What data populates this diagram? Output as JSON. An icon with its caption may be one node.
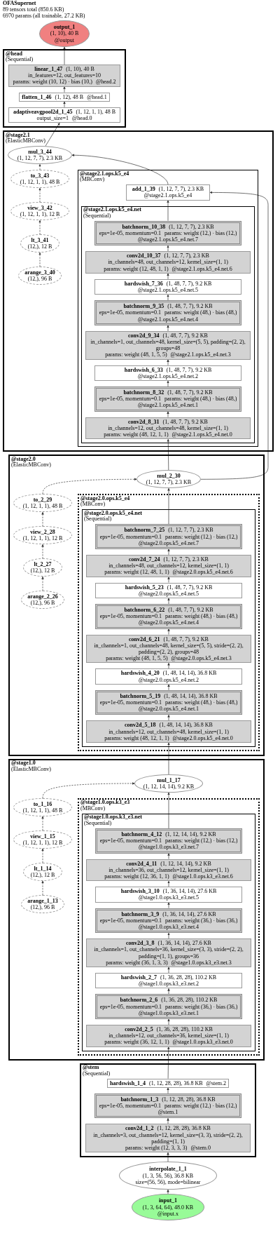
{
  "diagram": {
    "title": "OFASupernet",
    "labels": [
      "89 tensors total (850.6 KB)",
      "6970 params (all trainable, 27.2 KB)"
    ],
    "nodes": [
      {
        "text": [
          "output_1",
          "(1, 10), 40 B",
          "@output"
        ]
      },
      {
        "text": [
          "@head",
          "(Sequential)"
        ]
      },
      {
        "text": [
          "linear_1_47",
          "(1, 10), 40 B",
          "in_features=12, out_features=10",
          "params: weight (10, 12) · bias (10,)",
          "@head.2"
        ],
        "in": 1
      },
      {
        "text": [
          "flatten_1_46",
          "(1, 12), 48 B",
          "@head.1"
        ],
        "in": 1
      },
      {
        "text": [
          "adaptiveavgpool2d_1_45",
          "(1, 12, 1, 1), 48 B",
          "output_size=1",
          "@head.0"
        ],
        "in": 1
      },
      {
        "text": [
          "@stage2.1",
          "(ElasticMBConv)"
        ]
      },
      {
        "text": [
          "mul_3_44",
          "(1, 12, 7, 7), 2.3 KB"
        ],
        "in": 5
      },
      {
        "text": [
          "@stage2.1.ops.k5_e4",
          "(MBConv)"
        ],
        "in": 5
      },
      {
        "text": [
          "add_1_39",
          "(1, 12, 7, 7), 2.3 KB",
          "@stage2.1.ops.k5_e4"
        ],
        "in": 7
      },
      {
        "text": [
          "@stage2.1.ops.k5_e4.net",
          "(Sequential)"
        ],
        "in": 7
      },
      {
        "text": [
          "batchnorm_10_38",
          "(1, 12, 7, 7), 2.3 KB",
          "eps=1e-05, momentum=0.1",
          "params: weight (12,) · bias (12,)",
          "@stage2.1.ops.k5_e4.net.7"
        ],
        "in": 9
      },
      {
        "text": [
          "conv2d_10_37",
          "(1, 12, 7, 7), 2.3 KB",
          "in_channels=48, out_channels=12, kernel_size=(1, 1)",
          "params: weight (12, 48, 1, 1)",
          "@stage2.1.ops.k5_e4.net.6"
        ],
        "in": 9
      },
      {
        "text": [
          "hardswish_7_36",
          "(1, 48, 7, 7), 9.2 KB",
          "@stage2.1.ops.k5_e4.net.5"
        ],
        "in": 9
      },
      {
        "text": [
          "batchnorm_9_35",
          "(1, 48, 7, 7), 9.2 KB",
          "eps=1e-05, momentum=0.1",
          "params: weight (48,) · bias (48,)",
          "@stage2.1.ops.k5_e4.net.4"
        ],
        "in": 9
      },
      {
        "text": [
          "conv2d_9_34",
          "(1, 48, 7, 7), 9.2 KB",
          "in_channels=1, out_channels=48, kernel_size=(5, 5), padding=(2, 2), groups=48",
          "params: weight (48, 1, 5, 5)",
          "@stage2.1.ops.k5_e4.net.3"
        ],
        "in": 9
      },
      {
        "text": [
          "hardswish_6_33",
          "(1, 48, 7, 7), 9.2 KB",
          "@stage2.1.ops.k5_e4.net.2"
        ],
        "in": 9
      },
      {
        "text": [
          "batchnorm_8_32",
          "(1, 48, 7, 7), 9.2 KB",
          "eps=1e-05, momentum=0.1",
          "params: weight (48,) · bias (48,)",
          "@stage2.1.ops.k5_e4.net.1"
        ],
        "in": 9
      },
      {
        "text": [
          "conv2d_8_31",
          "(1, 48, 7, 7), 9.2 KB",
          "in_channels=12, out_channels=48, kernel_size=(1, 1)",
          "params: weight (48, 12, 1, 1)",
          "@stage2.1.ops.k5_e4.net.0"
        ],
        "in": 9
      },
      {
        "text": [
          "to_3_43",
          "(1, 12, 1, 1), 48 B"
        ],
        "in": 5
      },
      {
        "text": [
          "view_3_42",
          "(1, 12, 1, 1), 12 B"
        ],
        "in": 5
      },
      {
        "text": [
          "lt_3_41",
          "(12,), 12 B"
        ],
        "in": 5
      },
      {
        "text": [
          "arange_3_40",
          "(12,), 96 B"
        ],
        "in": 5
      },
      {
        "text": [
          "@stage2.0",
          "(ElasticMBConv)"
        ]
      },
      {
        "text": [
          "mul_2_30",
          "(1, 12, 7, 7), 2.3 KB"
        ],
        "in": 22
      },
      {
        "text": [
          "@stage2.0.ops.k5_e4",
          "(MBConv)"
        ],
        "in": 22
      },
      {
        "text": [
          "@stage2.0.ops.k5_e4.net",
          "(Sequential)"
        ],
        "in": 24
      },
      {
        "text": [
          "batchnorm_7_25",
          "(1, 12, 7, 7), 2.3 KB",
          "eps=1e-05, momentum=0.1",
          "params: weight (12,) · bias (12,)",
          "@stage2.0.ops.k5_e4.net.7"
        ],
        "in": 25
      },
      {
        "text": [
          "conv2d_7_24",
          "(1, 12, 7, 7), 2.3 KB",
          "in_channels=48, out_channels=12, kernel_size=(1, 1)",
          "params: weight (12, 48, 1, 1)",
          "@stage2.0.ops.k5_e4.net.6"
        ],
        "in": 25
      },
      {
        "text": [
          "hardswish_5_23",
          "(1, 48, 7, 7), 9.2 KB",
          "@stage2.0.ops.k5_e4.net.5"
        ],
        "in": 25
      },
      {
        "text": [
          "batchnorm_6_22",
          "(1, 48, 7, 7), 9.2 KB",
          "eps=1e-05, momentum=0.1",
          "params: weight (48,) · bias (48,)",
          "@stage2.0.ops.k5_e4.net.4"
        ],
        "in": 25
      },
      {
        "text": [
          "conv2d_6_21",
          "(1, 48, 7, 7), 9.2 KB",
          "in_channels=1, out_channels=48, kernel_size=(5, 5), stride=(2, 2), padding=(2, 2), groups=48",
          "params: weight (48, 1, 5, 5)",
          "@stage2.0.ops.k5_e4.net.3"
        ],
        "in": 25
      },
      {
        "text": [
          "hardswish_4_20",
          "(1, 48, 14, 14), 36.8 KB",
          "@stage2.0.ops.k5_e4.net.2"
        ],
        "in": 25
      },
      {
        "text": [
          "batchnorm_5_19",
          "(1, 48, 14, 14), 36.8 KB",
          "eps=1e-05, momentum=0.1",
          "params: weight (48,) · bias (48,)",
          "@stage2.0.ops.k5_e4.net.1"
        ],
        "in": 25
      },
      {
        "text": [
          "conv2d_5_18",
          "(1, 48, 14, 14), 36.8 KB",
          "in_channels=12, out_channels=48, kernel_size=(1, 1)",
          "params: weight (48, 12, 1, 1)",
          "@stage2.0.ops.k5_e4.net.0"
        ],
        "in": 25
      },
      {
        "text": [
          "to_2_29",
          "(1, 12, 1, 1), 48 B"
        ],
        "in": 22
      },
      {
        "text": [
          "view_2_28",
          "(1, 12, 1, 1), 12 B"
        ],
        "in": 22
      },
      {
        "text": [
          "lt_2_27",
          "(12,), 12 B"
        ],
        "in": 22
      },
      {
        "text": [
          "arange_2_26",
          "(12,), 96 B"
        ],
        "in": 22
      },
      {
        "text": [
          "@stage1.0",
          "(ElasticMBConv)"
        ]
      },
      {
        "text": [
          "mul_1_17",
          "(1, 12, 14, 14), 9.2 KB"
        ],
        "in": 38
      },
      {
        "text": [
          "@stage1.0.ops.k3_e3",
          "(MBConv)"
        ],
        "in": 38
      },
      {
        "text": [
          "@stage1.0.ops.k3_e3.net",
          "(Sequential)"
        ],
        "in": 40
      },
      {
        "text": [
          "batchnorm_4_12",
          "(1, 12, 14, 14), 9.2 KB",
          "eps=1e-05, momentum=0.1",
          "params: weight (12,) · bias (12,)",
          "@stage1.0.ops.k3_e3.net.7"
        ],
        "in": 41
      },
      {
        "text": [
          "conv2d_4_11",
          "(1, 12, 14, 14), 9.2 KB",
          "in_channels=36, out_channels=12, kernel_size=(1, 1)",
          "params: weight (12, 36, 1, 1)",
          "@stage1.0.ops.k3_e3.net.6"
        ],
        "in": 41
      },
      {
        "text": [
          "hardswish_3_10",
          "(1, 36, 14, 14), 27.6 KB",
          "@stage1.0.ops.k3_e3.net.5"
        ],
        "in": 41
      },
      {
        "text": [
          "batchnorm_3_9",
          "(1, 36, 14, 14), 27.6 KB",
          "eps=1e-05, momentum=0.1",
          "params: weight (36,) · bias (36,)",
          "@stage1.0.ops.k3_e3.net.4"
        ],
        "in": 41
      },
      {
        "text": [
          "conv2d_3_8",
          "(1, 36, 14, 14), 27.6 KB",
          "in_channels=1, out_channels=36, kernel_size=(3, 3), stride=(2, 2), padding=(1, 1), groups=36",
          "params: weight (36, 1, 3, 3)",
          "@stage1.0.ops.k3_e3.net.3"
        ],
        "in": 41
      },
      {
        "text": [
          "hardswish_2_7",
          "(1, 36, 28, 28), 110.2 KB",
          "@stage1.0.ops.k3_e3.net.2"
        ],
        "in": 41
      },
      {
        "text": [
          "batchnorm_2_6",
          "(1, 36, 28, 28), 110.2 KB",
          "eps=1e-05, momentum=0.1",
          "params: weight (36,) · bias (36,)",
          "@stage1.0.ops.k3_e3.net.1"
        ],
        "in": 41
      },
      {
        "text": [
          "conv2d_2_5",
          "(1, 36, 28, 28), 110.2 KB",
          "in_channels=12, out_channels=36, kernel_size=(1, 1)",
          "params: weight (36, 12, 1, 1)",
          "@stage1.0.ops.k3_e3.net.0"
        ],
        "in": 41
      },
      {
        "text": [
          "to_1_16",
          "(1, 12, 1, 1), 48 B"
        ],
        "in": 38
      },
      {
        "text": [
          "view_1_15",
          "(1, 12, 1, 1), 12 B"
        ],
        "in": 38
      },
      {
        "text": [
          "lt_1_14",
          "(12,), 12 B"
        ],
        "in": 38
      },
      {
        "text": [
          "arange_1_13",
          "(12,), 96 B"
        ],
        "in": 38
      },
      {
        "text": [
          "@stem",
          "(Sequential)"
        ]
      },
      {
        "text": [
          "hardswish_1_4",
          "(1, 12, 28, 28), 36.8 KB",
          "@stem.2"
        ],
        "in": 54
      },
      {
        "text": [
          "batchnorm_1_3",
          "(1, 12, 28, 28), 36.8 KB",
          "eps=1e-05, momentum=0.1",
          "params: weight (12,) · bias (12,)",
          "@stem.1"
        ],
        "in": 54
      },
      {
        "text": [
          "conv2d_1_2",
          "(1, 12, 28, 28), 36.8 KB",
          "in_channels=3, out_channels=12, kernel_size=(3, 3), stride=(2, 2), padding=(1, 1)",
          "params: weight (12, 3, 3, 3)",
          "@stem.0"
        ],
        "in": 54
      },
      {
        "text": [
          "interpolate_1_1",
          "(1, 3, 56, 56), 36.8 KB",
          "size=(56, 56), mode=bilinear"
        ]
      },
      {
        "text": [
          "input_1",
          "(1, 3, 64, 64), 48.0 KB",
          "@input.x"
        ]
      }
    ],
    "edges": [
      {
        "from": 59,
        "to": 58,
        "arrow": "to"
      },
      {
        "from": 58,
        "to": 57,
        "arrow": "to"
      },
      {
        "from": 57,
        "to": 56,
        "arrow": "to"
      },
      {
        "from": 56,
        "to": 55,
        "arrow": "to"
      },
      {
        "from": 55,
        "to": 49,
        "arrow": "to"
      },
      {
        "from": 49,
        "to": 48,
        "arrow": "to"
      },
      {
        "from": 48,
        "to": 47,
        "arrow": "to"
      },
      {
        "from": 47,
        "to": 46,
        "arrow": "to"
      },
      {
        "from": 46,
        "to": 45,
        "arrow": "to"
      },
      {
        "from": 45,
        "to": 44,
        "arrow": "to"
      },
      {
        "from": 44,
        "to": 43,
        "arrow": "to"
      },
      {
        "from": 43,
        "to": 42,
        "arrow": "to"
      },
      {
        "from": 42,
        "to": 39,
        "arrow": "to"
      },
      {
        "from": 53,
        "to": 52,
        "arrow": "to",
        "style": "dashed"
      },
      {
        "from": 52,
        "to": 51,
        "arrow": "to",
        "style": "dashed"
      },
      {
        "from": 51,
        "to": 50,
        "arrow": "to",
        "style": "dashed"
      },
      {
        "from": 50,
        "to": 39,
        "arrow": "to",
        "style": "dashed"
      },
      {
        "from": 39,
        "to": 33,
        "arrow": "to"
      },
      {
        "from": 33,
        "to": 32,
        "arrow": "to"
      },
      {
        "from": 32,
        "to": 31,
        "arrow": "to"
      },
      {
        "from": 31,
        "to": 30,
        "arrow": "to"
      },
      {
        "from": 30,
        "to": 29,
        "arrow": "to"
      },
      {
        "from": 29,
        "to": 28,
        "arrow": "to"
      },
      {
        "from": 28,
        "to": 27,
        "arrow": "to"
      },
      {
        "from": 27,
        "to": 26,
        "arrow": "to"
      },
      {
        "from": 26,
        "to": 23,
        "arrow": "to"
      },
      {
        "from": 37,
        "to": 36,
        "arrow": "to",
        "style": "dashed"
      },
      {
        "from": 36,
        "to": 35,
        "arrow": "to",
        "style": "dashed"
      },
      {
        "from": 35,
        "to": 34,
        "arrow": "to",
        "style": "dashed"
      },
      {
        "from": 34,
        "to": 23,
        "arrow": "to",
        "style": "dashed"
      },
      {
        "from": 23,
        "to": 17,
        "arrow": "to"
      },
      {
        "from": 23,
        "to": 8,
        "arrow": "to"
      },
      {
        "from": 17,
        "to": 16,
        "arrow": "to"
      },
      {
        "from": 16,
        "to": 15,
        "arrow": "to"
      },
      {
        "from": 15,
        "to": 14,
        "arrow": "to"
      },
      {
        "from": 14,
        "to": 13,
        "arrow": "to"
      },
      {
        "from": 13,
        "to": 12,
        "arrow": "to"
      },
      {
        "from": 12,
        "to": 11,
        "arrow": "to"
      },
      {
        "from": 11,
        "to": 10,
        "arrow": "to"
      },
      {
        "from": 10,
        "to": 8,
        "arrow": "to"
      },
      {
        "from": 21,
        "to": 20,
        "arrow": "to",
        "style": "dashed"
      },
      {
        "from": 20,
        "to": 19,
        "arrow": "to",
        "style": "dashed"
      },
      {
        "from": 19,
        "to": 18,
        "arrow": "to",
        "style": "dashed"
      },
      {
        "from": 18,
        "to": 6,
        "arrow": "to",
        "style": "dashed"
      },
      {
        "from": 8,
        "to": 6,
        "arrow": "to"
      },
      {
        "from": 6,
        "to": 4,
        "arrow": "to"
      },
      {
        "from": 4,
        "to": 3,
        "arrow": "to"
      },
      {
        "from": 3,
        "to": 2,
        "arrow": "to"
      },
      {
        "from": 2,
        "to": 0,
        "arrow": "to"
      }
    ]
  }
}
